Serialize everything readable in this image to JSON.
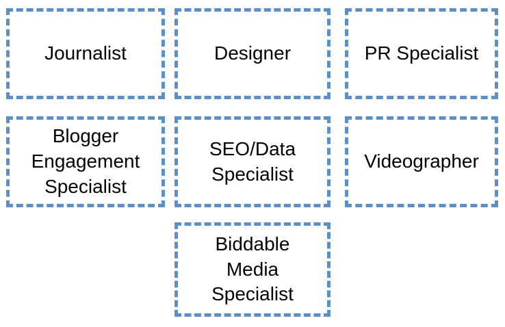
{
  "diagram": {
    "type": "role-boxes-grid",
    "background_color": "#ffffff",
    "box_border_color": "#5b8fc7",
    "box_border_style": "dashed",
    "text_color": "#000000",
    "columns": 3,
    "rows": 3,
    "boxes": [
      {
        "id": "journalist",
        "label": "Journalist",
        "row": 1,
        "column": 1
      },
      {
        "id": "designer",
        "label": "Designer",
        "row": 1,
        "column": 2
      },
      {
        "id": "pr-specialist",
        "label": "PR Specialist",
        "row": 1,
        "column": 3
      },
      {
        "id": "blogger-engagement-specialist",
        "label": "Blogger\nEngagement\nSpecialist",
        "row": 2,
        "column": 1
      },
      {
        "id": "seo-data-specialist",
        "label": "SEO/Data\nSpecialist",
        "row": 2,
        "column": 2
      },
      {
        "id": "videographer",
        "label": "Videographer",
        "row": 2,
        "column": 3
      },
      {
        "id": "biddable-media-specialist",
        "label": "Biddable\nMedia\nSpecialist",
        "row": 3,
        "column": 2
      }
    ]
  }
}
